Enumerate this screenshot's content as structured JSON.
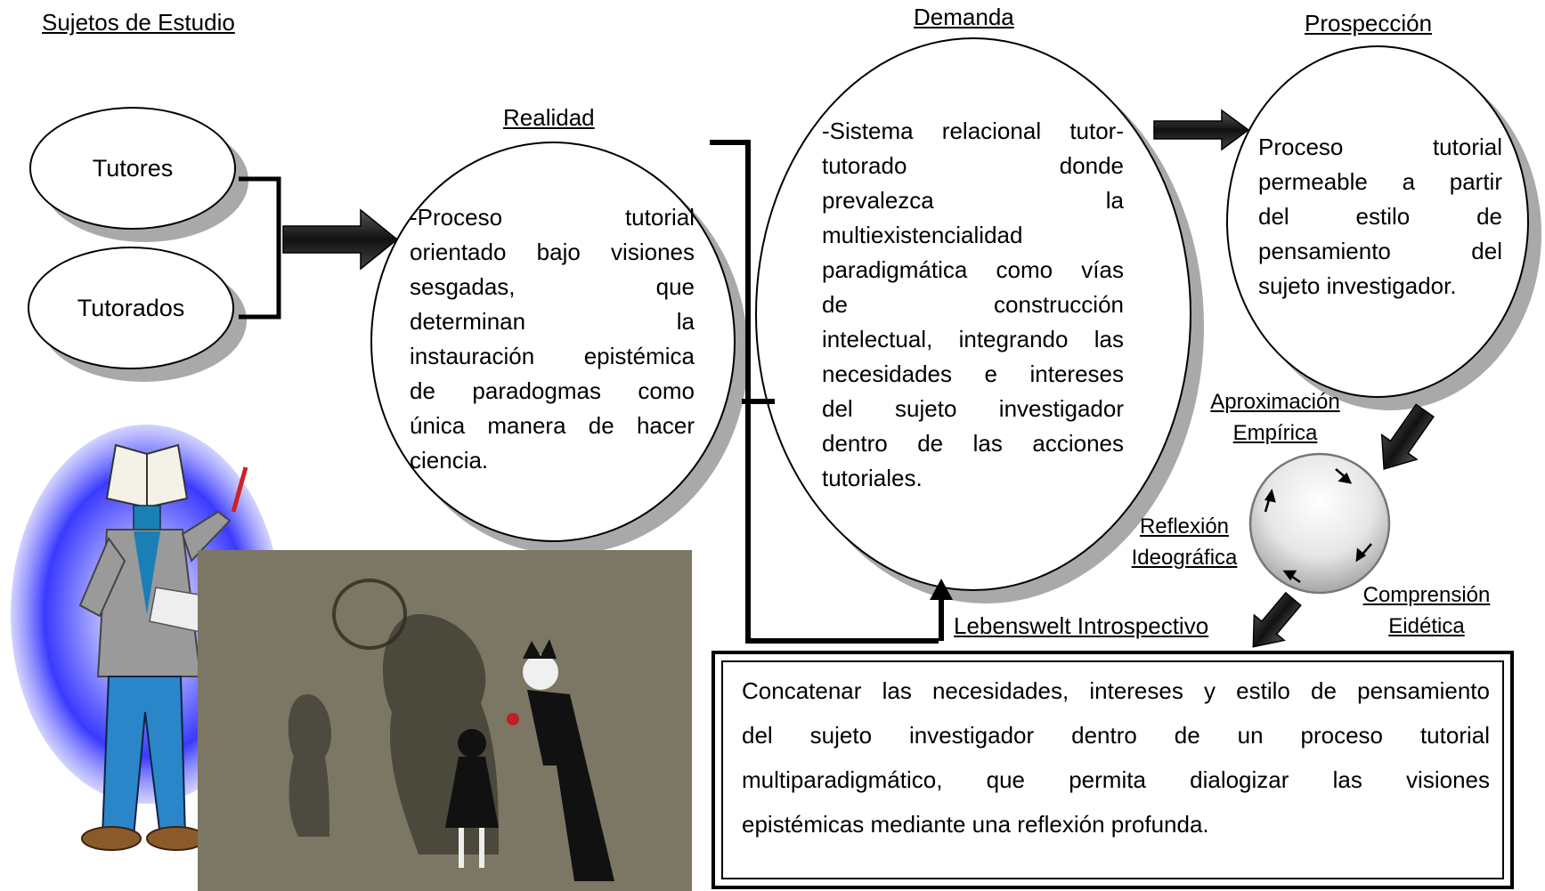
{
  "headings": {
    "subjects": "Sujetos de Estudio",
    "reality": "Realidad",
    "demand": "Demanda",
    "prospection": "Prospección"
  },
  "subjects": {
    "tutors": "Tutores",
    "tutored": "Tutorados"
  },
  "reality_lines": [
    "-Proceso tutorial",
    "orientado bajo visiones",
    "sesgadas, que",
    "determinan la",
    "instauración epistémica",
    "de paradogmas como",
    "única manera de hacer",
    "ciencia."
  ],
  "demand_lines": [
    "-Sistema relacional tutor-",
    "tutorado donde",
    "prevalezca la",
    "multiexistencialidad",
    "paradigmática como vías",
    "de construcción",
    "intelectual, integrando las",
    "necesidades e intereses",
    "del sujeto investigador",
    "dentro de las acciones",
    "tutoriales."
  ],
  "prospection_lines": [
    "Proceso tutorial",
    "permeable a partir",
    "del estilo de",
    "pensamiento del",
    "sujeto investigador."
  ],
  "cycle": {
    "approx_1": "Aproximación",
    "approx_2": "Empírica",
    "reflection_1": "Reflexión",
    "reflection_2": "Ideográfica",
    "comprehension_1": "Comprensión",
    "comprehension_2": "Eidética"
  },
  "lebenswelt": "Lebenswelt Introspectivo",
  "conclusion_lines": [
    "Concatenar las necesidades, intereses y estilo de pensamiento",
    "del sujeto investigador dentro de un proceso tutorial",
    "multiparadigmático, que permita dialogizar las visiones",
    "epistémicas mediante una reflexión profunda."
  ],
  "icons": [
    "book-head-teacher-illustration",
    "shadow-mural-illustration",
    "cycle-circle-icon",
    "block-arrow-icon"
  ],
  "colors": {
    "glow": "#3333ff",
    "shadow": "#a9a9a9",
    "arrow": "#222222"
  }
}
